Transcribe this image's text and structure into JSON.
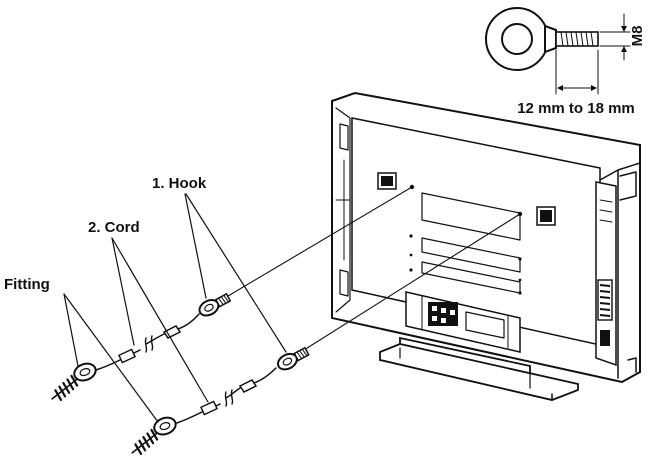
{
  "labels": {
    "hook": "1. Hook",
    "cord": "2. Cord",
    "fitting": "Fitting"
  },
  "eyebolt": {
    "thread_label": "M8",
    "length_label": "12 mm to 18 mm"
  },
  "colors": {
    "ink": "#111111",
    "background": "#ffffff",
    "panel_fill": "#ffffff"
  }
}
